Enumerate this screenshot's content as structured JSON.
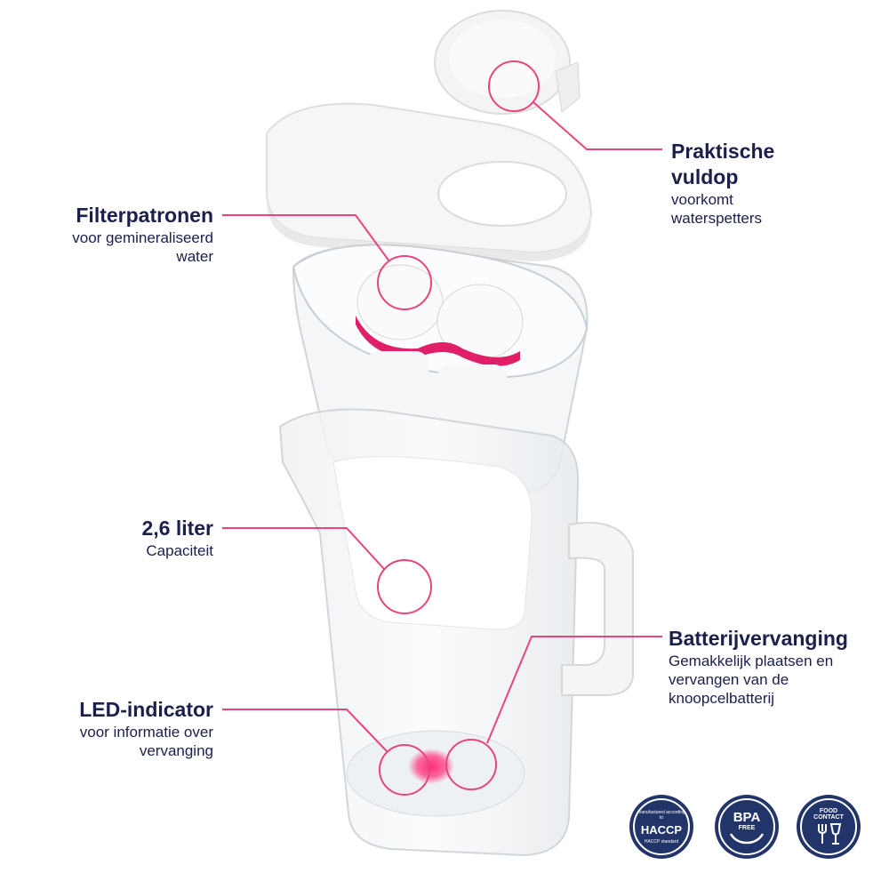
{
  "callouts": {
    "filter": {
      "title": "Filterpatronen",
      "desc_line1": "voor gemineraliseerd",
      "desc_line2": "water"
    },
    "cap": {
      "title_line1": "Praktische",
      "title_line2": "vuldop",
      "desc_line1": "voorkomt",
      "desc_line2": "waterspetters"
    },
    "capacity": {
      "title": "2,6 liter",
      "desc": "Capaciteit"
    },
    "battery": {
      "title": "Batterijvervanging",
      "desc_line1": "Gemakkelijk plaatsen en",
      "desc_line2": "vervangen van de",
      "desc_line3": "knoopcelbatterij"
    },
    "led": {
      "title": "LED-indicator",
      "desc_line1": "voor informatie over",
      "desc_line2": "vervanging"
    }
  },
  "badges": {
    "haccp": {
      "main": "HACCP",
      "arc_top": "manufactured according to",
      "arc_bottom": "HACCP standard"
    },
    "bpa": {
      "main": "BPA",
      "sub": "FREE"
    },
    "food": {
      "line1": "FOOD",
      "line2": "CONTACT"
    }
  },
  "colors": {
    "accent": "#e8457f",
    "text": "#1b1f4b",
    "badge": "#22356b",
    "led": "#ff2d7a"
  },
  "icons": [
    "hands-icon",
    "fork-icon",
    "glass-icon"
  ]
}
